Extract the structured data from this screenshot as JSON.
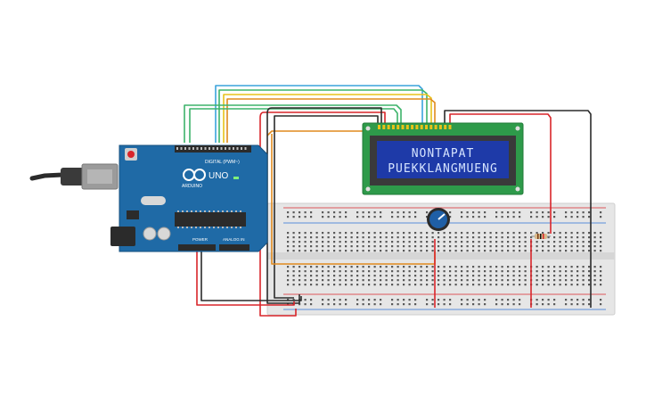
{
  "lcd": {
    "line1": "NONTAPAT",
    "line2": "PUEKKLANGMUENG"
  },
  "arduino": {
    "logo_text": "ARDUINO",
    "model": "UNO",
    "digital_label": "DIGITAL (PWM~)",
    "power_label": "POWER",
    "analog_label": "ANALOG IN",
    "board_color": "#1f6aa6"
  },
  "colors": {
    "wire_red": "#d9252a",
    "wire_black": "#2b2b2b",
    "wire_blue": "#3aa3dc",
    "wire_green": "#3db36b",
    "wire_yellow": "#e8c21a",
    "wire_orange": "#e08a1e",
    "breadboard": "#e6e6e6",
    "lcd_pcb": "#2e9a4a",
    "lcd_screen": "#1e3aa8",
    "pot_knob": "#1f5fa6"
  },
  "components": [
    "arduino-uno",
    "lcd-16x2",
    "breadboard",
    "potentiometer",
    "resistor",
    "usb-cable"
  ]
}
